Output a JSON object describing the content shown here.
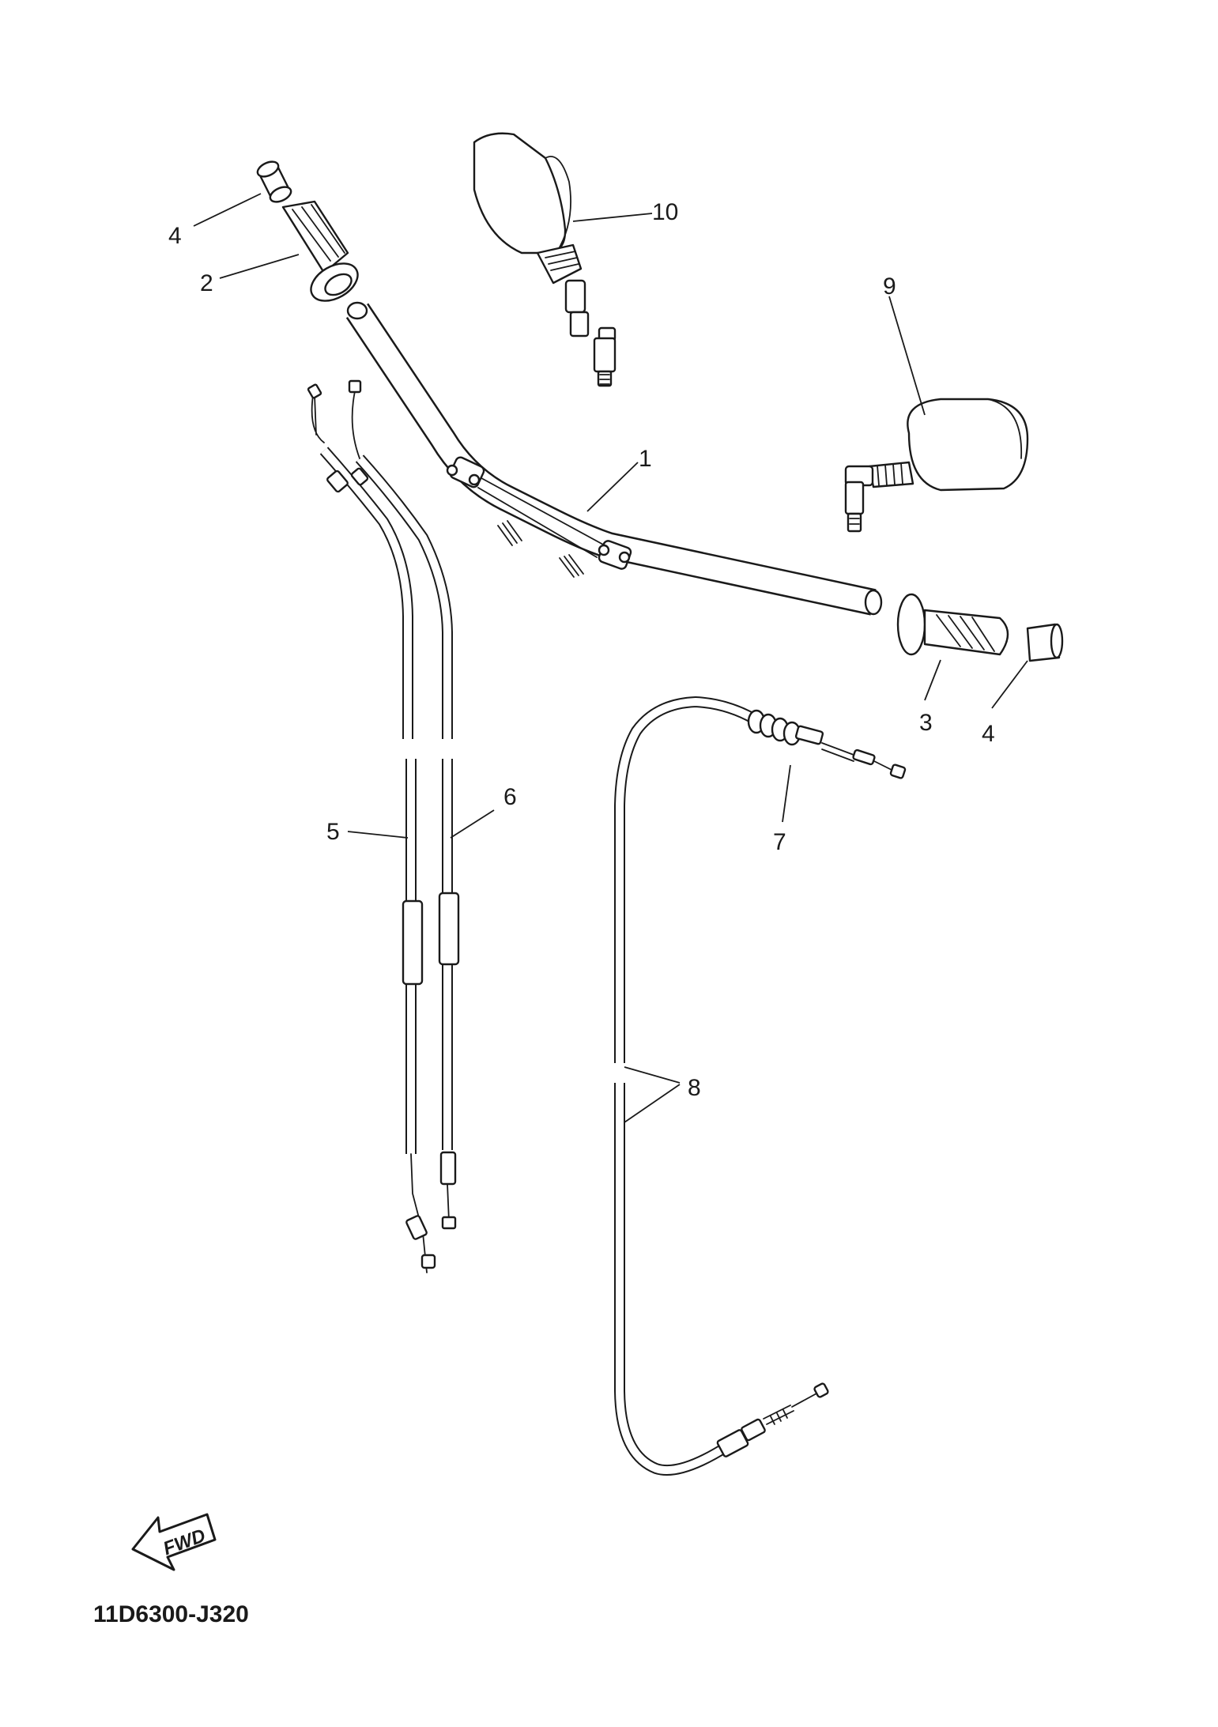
{
  "diagram": {
    "drawing_code": "11D6300-J320",
    "direction_arrow": "FWD",
    "callouts": [
      "1",
      "2",
      "3",
      "4",
      "4",
      "5",
      "6",
      "7",
      "8",
      "9",
      "10"
    ]
  }
}
